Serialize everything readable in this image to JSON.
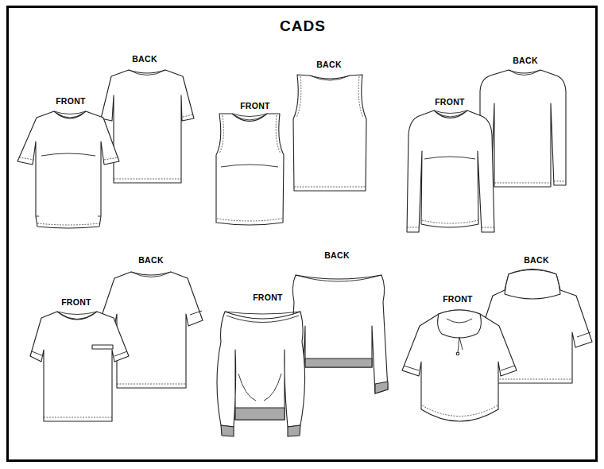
{
  "diagram": {
    "title": "CADS",
    "labels": [
      "BACK",
      "FRONT",
      "BACK",
      "FRONT",
      "BACK",
      "FRONT",
      "BACK",
      "FRONT",
      "BACK",
      "FRONT",
      "BACK",
      "FRONT"
    ]
  }
}
